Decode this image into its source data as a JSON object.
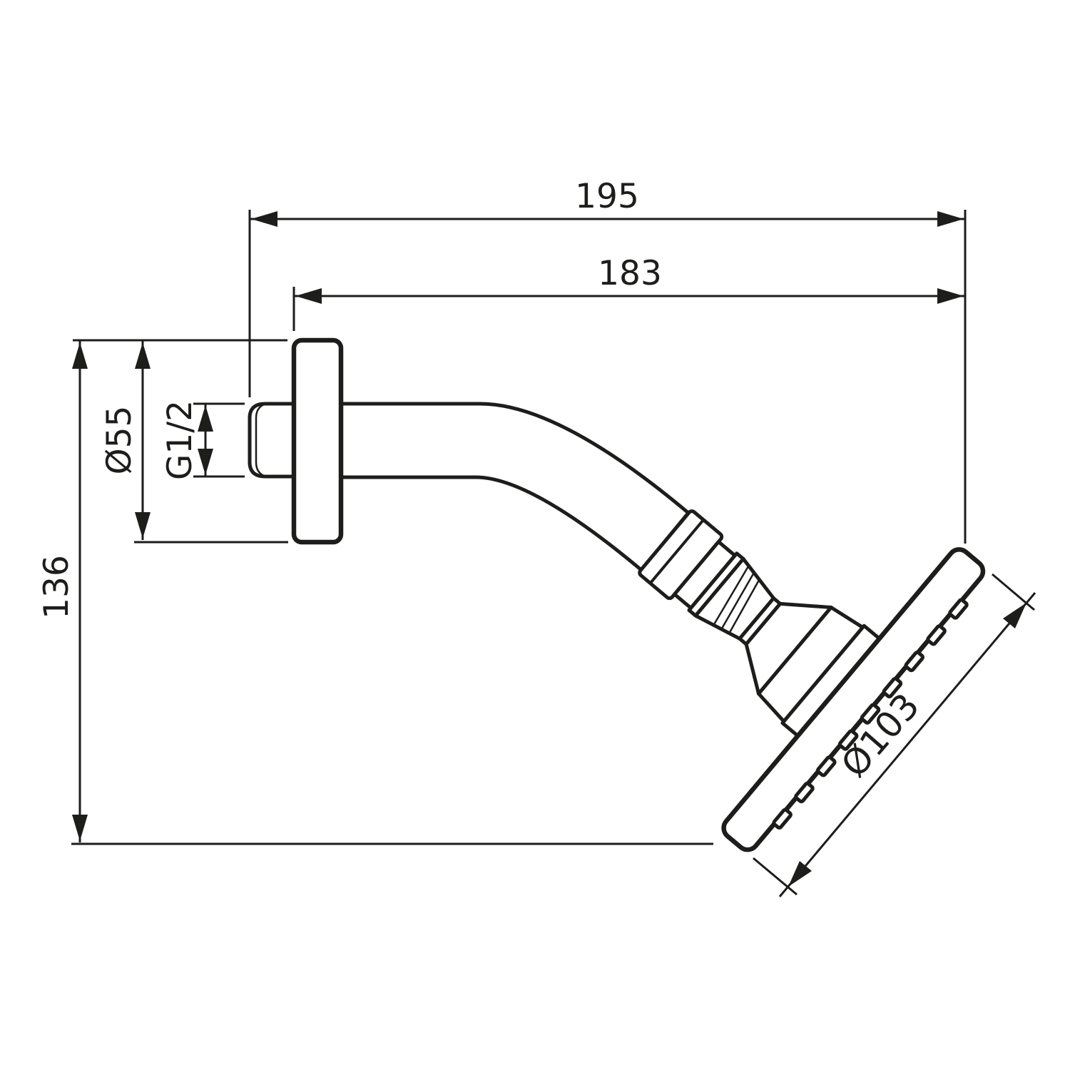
{
  "drawing": {
    "type": "technical-dimension-drawing",
    "subject": "wall-mounted shower head with arm, side view",
    "colors": {
      "line": "#1d1d1b",
      "background": "#ffffff"
    },
    "dimensions": {
      "overall_depth": "195",
      "arm_reach": "183",
      "flange_diameter": "Ø55",
      "thread_size": "G1/2",
      "drop_height": "136",
      "head_diameter": "Ø103"
    }
  }
}
